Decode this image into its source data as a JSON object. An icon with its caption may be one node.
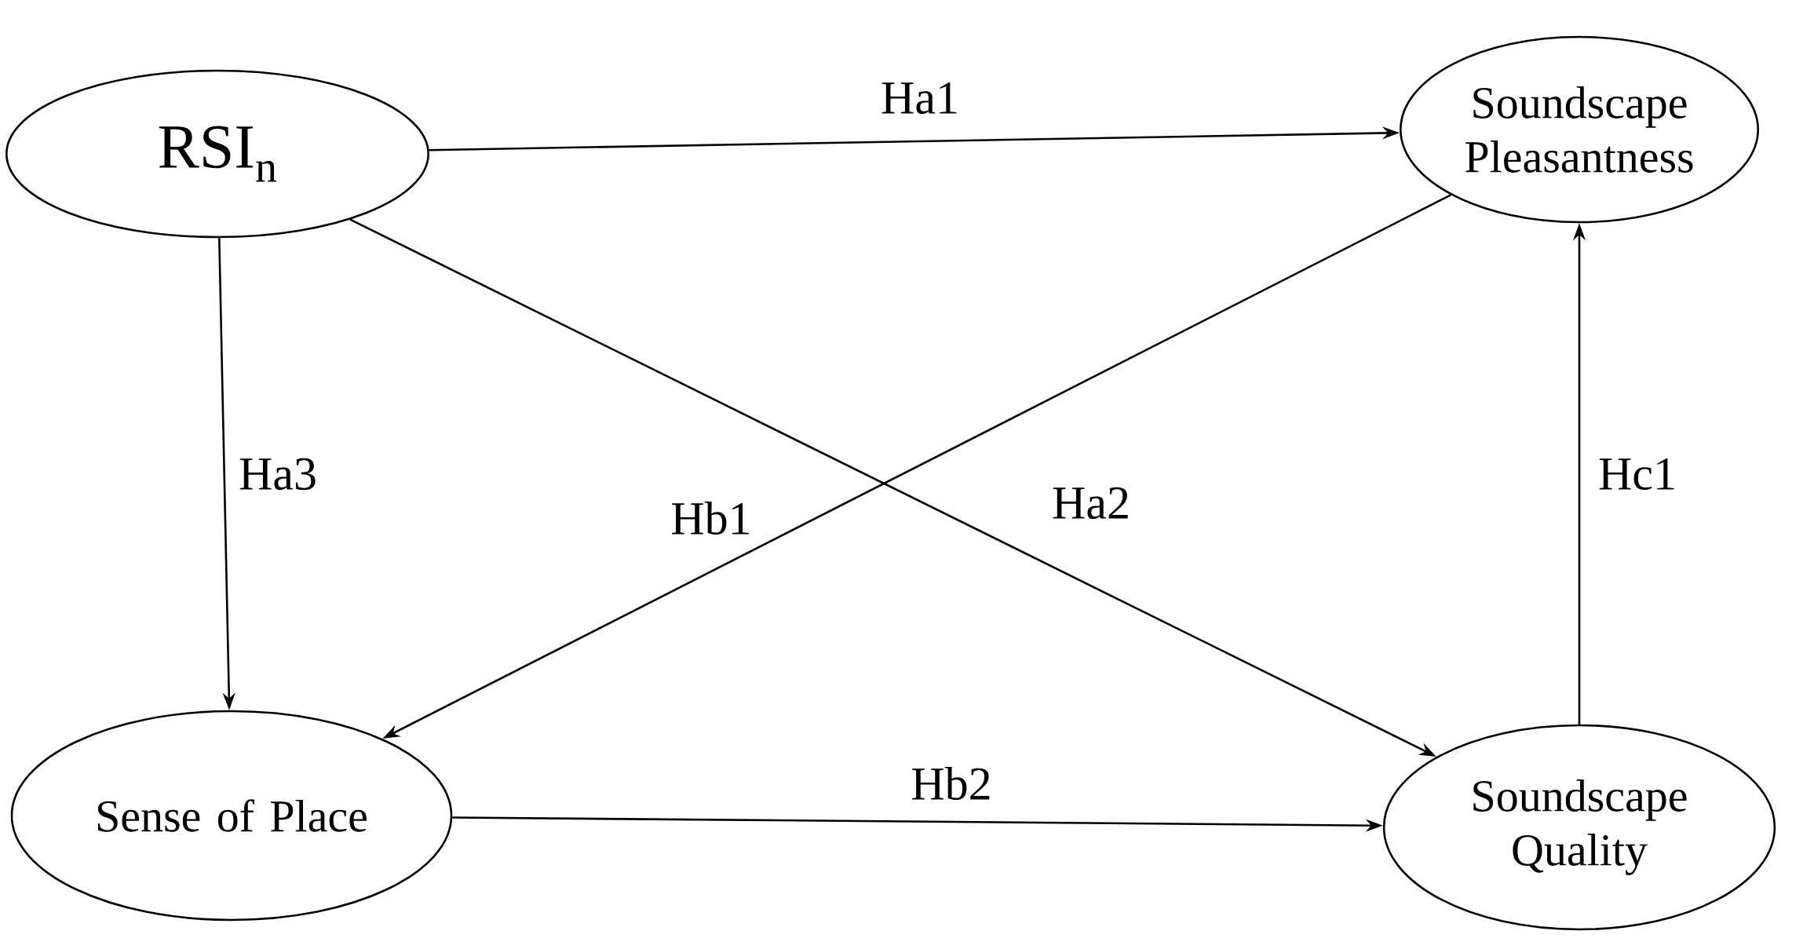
{
  "diagram": {
    "nodes": [
      {
        "text": [
          "RSI$_{n}$"
        ]
      },
      {
        "text": [
          "Soundscape Pleasantness"
        ]
      },
      {
        "text": [
          "Sense of Place"
        ]
      },
      {
        "text": [
          "Soundscape Quality"
        ]
      }
    ],
    "edges": [
      {
        "from": 0,
        "to": 1,
        "arrow": "to",
        "label": "Ha1"
      },
      {
        "from": 0,
        "to": 3,
        "arrow": "to",
        "label": "Ha2"
      },
      {
        "from": 0,
        "to": 2,
        "arrow": "to",
        "label": "Ha3"
      },
      {
        "from": 1,
        "to": 2,
        "arrow": "to",
        "label": "Hb1"
      },
      {
        "from": 2,
        "to": 3,
        "arrow": "to",
        "label": "Hb2"
      },
      {
        "from": 3,
        "to": 1,
        "arrow": "to",
        "label": "Hc1"
      }
    ]
  }
}
